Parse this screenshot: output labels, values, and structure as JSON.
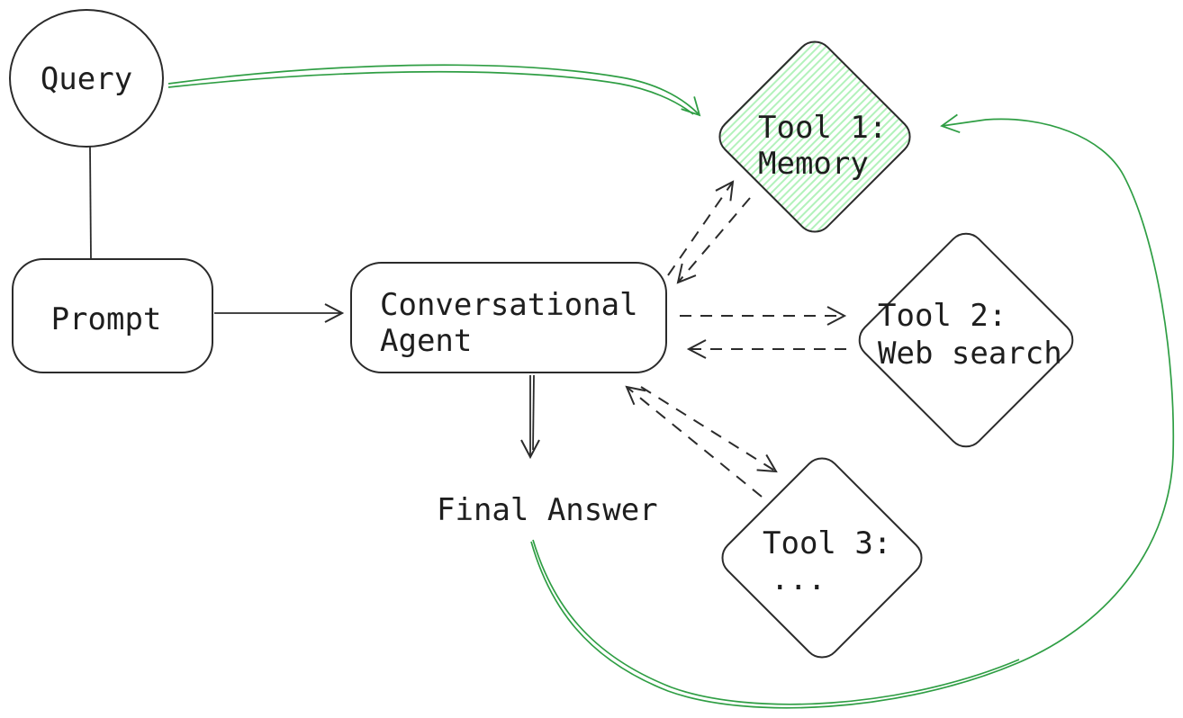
{
  "diagram": {
    "type": "flowchart",
    "nodes": {
      "query": {
        "shape": "circle",
        "label": "Query"
      },
      "prompt": {
        "shape": "rounded-rect",
        "label": "Prompt"
      },
      "agent": {
        "shape": "rounded-rect",
        "label_line1": "Conversational",
        "label_line2": "Agent"
      },
      "tool1": {
        "shape": "diamond",
        "label_line1": "Tool 1:",
        "label_line2": "Memory",
        "fill": "hachure-green"
      },
      "tool2": {
        "shape": "diamond",
        "label_line1": "Tool 2:",
        "label_line2": "Web search"
      },
      "tool3": {
        "shape": "diamond",
        "label_line1": "Tool 3:",
        "label_line2": "..."
      },
      "final_answer": {
        "shape": "text",
        "label": "Final Answer"
      }
    },
    "edges": [
      {
        "from": "Query",
        "to": "Prompt",
        "style": "solid-line"
      },
      {
        "from": "Prompt",
        "to": "Conversational Agent",
        "style": "solid-arrow"
      },
      {
        "from": "Conversational Agent",
        "to": "Tool 1: Memory",
        "style": "dashed-arrow"
      },
      {
        "from": "Tool 1: Memory",
        "to": "Conversational Agent",
        "style": "dashed-arrow"
      },
      {
        "from": "Conversational Agent",
        "to": "Tool 2: Web search",
        "style": "dashed-arrow"
      },
      {
        "from": "Tool 2: Web search",
        "to": "Conversational Agent",
        "style": "dashed-arrow"
      },
      {
        "from": "Conversational Agent",
        "to": "Tool 3: ...",
        "style": "dashed-arrow"
      },
      {
        "from": "Tool 3: ...",
        "to": "Conversational Agent",
        "style": "dashed-arrow"
      },
      {
        "from": "Conversational Agent",
        "to": "Final Answer",
        "style": "solid-arrow"
      },
      {
        "from": "Query",
        "to": "Tool 1: Memory",
        "style": "green-arrow"
      },
      {
        "from": "Final Answer",
        "to": "Tool 1: Memory",
        "style": "green-arrow-loop"
      }
    ],
    "colors": {
      "stroke": "#2b2b2b",
      "text": "#1e1e1e",
      "green": "#2f9e44",
      "tool1_fill": "#b2f2bb",
      "background": "#ffffff"
    }
  }
}
